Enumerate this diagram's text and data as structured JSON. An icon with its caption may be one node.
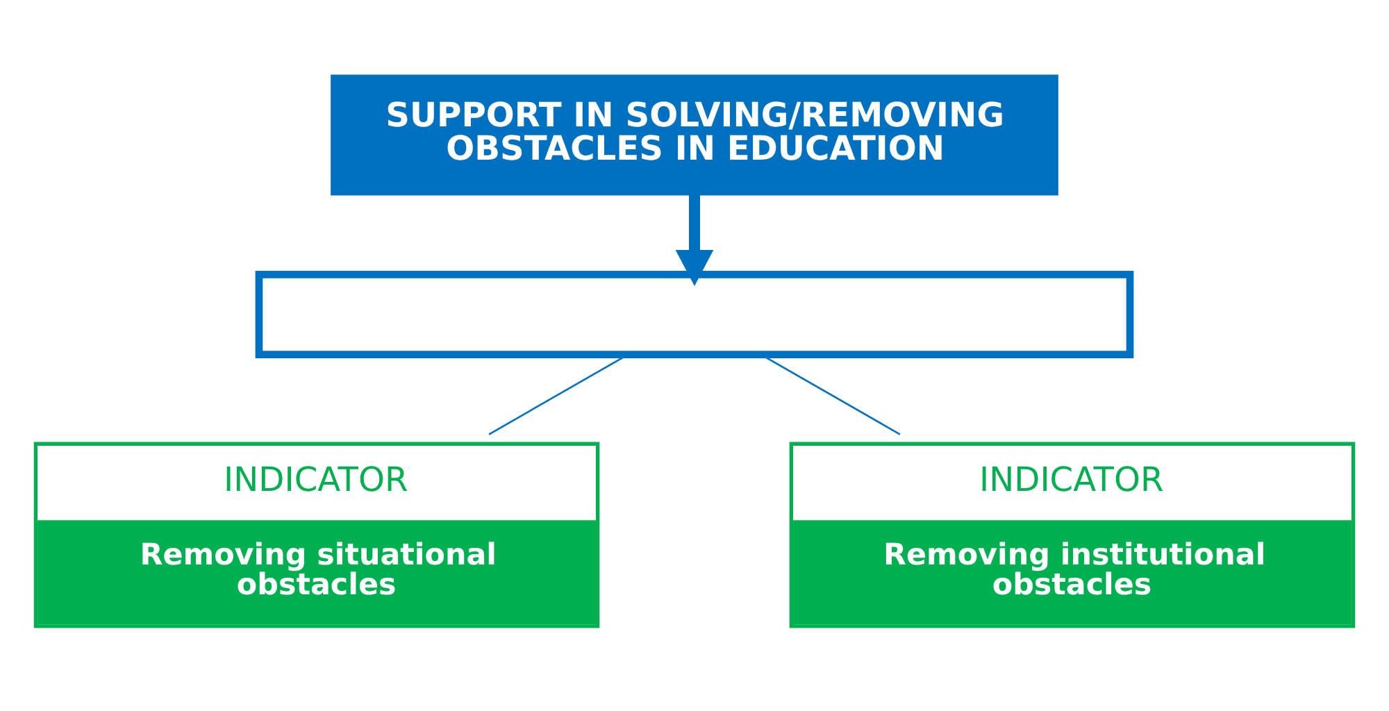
{
  "diagram": {
    "nodes": [
      {
        "text": [
          "SUPPORT IN SOLVING/REMOVING OBSTACLES IN EDUCATION"
        ]
      },
      {
        "text": [],
        "shape": "box"
      },
      {
        "text": [
          "INDICATOR",
          "Removing situational obstacles"
        ]
      },
      {
        "text": [
          "INDICATOR",
          "Removing institutional obstacles"
        ]
      }
    ],
    "edges": [
      {
        "from": 0,
        "to": 1,
        "arrow": "to",
        "style": "thick"
      },
      {
        "from": 1,
        "to": 2,
        "arrow": "none"
      },
      {
        "from": 1,
        "to": 3,
        "arrow": "none"
      }
    ]
  }
}
